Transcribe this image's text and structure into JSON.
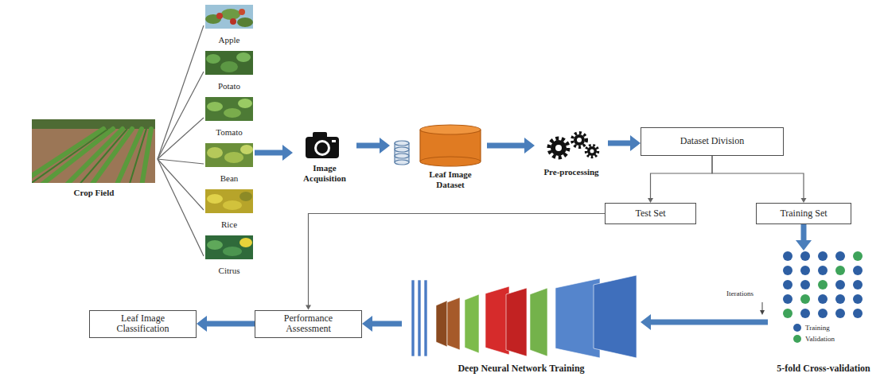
{
  "diagram": {
    "nodes": [
      {
        "text": [
          "Crop Field"
        ]
      },
      {
        "text": [
          "Apple"
        ]
      },
      {
        "text": [
          "Potato"
        ]
      },
      {
        "text": [
          "Tomato"
        ]
      },
      {
        "text": [
          "Bean"
        ]
      },
      {
        "text": [
          "Rice"
        ]
      },
      {
        "text": [
          "Citrus"
        ]
      },
      {
        "text": [
          "Image Acquisition"
        ]
      },
      {
        "text": [
          "Leaf Image Dataset"
        ]
      },
      {
        "text": [
          "Pre-processing"
        ]
      },
      {
        "text": [
          "Dataset Division"
        ]
      },
      {
        "text": [
          "Test Set"
        ]
      },
      {
        "text": [
          "Training Set"
        ]
      },
      {
        "text": [
          "5-fold Cross-validation"
        ]
      },
      {
        "text": [
          "Deep Neural Network Training"
        ]
      },
      {
        "text": [
          "Performance Assessment"
        ]
      },
      {
        "text": [
          "Leaf Image Classification"
        ]
      }
    ],
    "edges": [
      {
        "from": 0,
        "to": 1,
        "arrow": "none"
      },
      {
        "from": 0,
        "to": 2,
        "arrow": "none"
      },
      {
        "from": 0,
        "to": 3,
        "arrow": "none"
      },
      {
        "from": 0,
        "to": 4,
        "arrow": "none"
      },
      {
        "from": 0,
        "to": 5,
        "arrow": "none"
      },
      {
        "from": 0,
        "to": 6,
        "arrow": "none"
      },
      {
        "from": 4,
        "to": 7,
        "arrow": "to"
      },
      {
        "from": 7,
        "to": 8,
        "arrow": "to"
      },
      {
        "from": 8,
        "to": 9,
        "arrow": "to"
      },
      {
        "from": 9,
        "to": 10,
        "arrow": "to"
      },
      {
        "from": 10,
        "to": 11,
        "arrow": "to"
      },
      {
        "from": 10,
        "to": 12,
        "arrow": "to"
      },
      {
        "from": 12,
        "to": 13,
        "arrow": "to"
      },
      {
        "from": 13,
        "to": 14,
        "arrow": "to"
      },
      {
        "from": 14,
        "to": 15,
        "arrow": "to"
      },
      {
        "from": 11,
        "to": 15,
        "arrow": "to"
      },
      {
        "from": 15,
        "to": 16,
        "arrow": "to"
      }
    ],
    "labels": [
      "Iterations"
    ],
    "legend": [
      {
        "text": "Training",
        "color": "#2e5fa3"
      },
      {
        "text": "Validation",
        "color": "#3ea35a"
      }
    ]
  }
}
